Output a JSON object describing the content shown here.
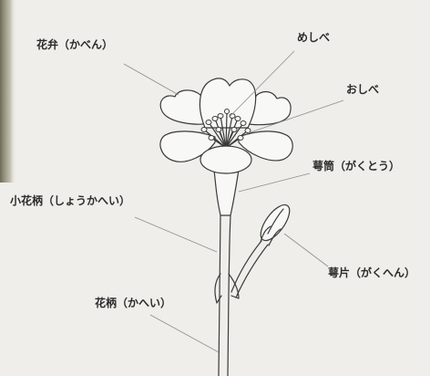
{
  "labels": {
    "petal": "花弁（かべん）",
    "pistil": "めしべ",
    "stamen": "おしべ",
    "calyx_tube": "萼筒（がくとう）",
    "pedicel": "小花柄（しょうかへい）",
    "sepal": "萼片（がくへん）",
    "peduncle": "花柄（かへい）"
  }
}
